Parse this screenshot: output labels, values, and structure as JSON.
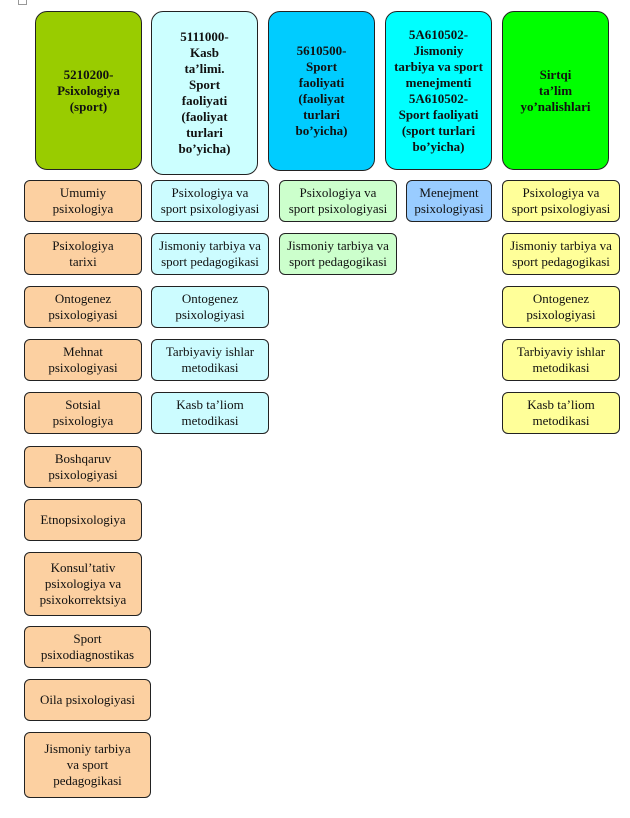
{
  "columns": [
    {
      "header": "5210200-\nPsixologiya\n(sport)",
      "color": "#99cc00",
      "items": [
        "Umumiy\npsixologiya",
        "Psixologiya\ntarixi",
        "Ontogenez\npsixologiyasi",
        "Mehnat\npsixologiyasi",
        "Sotsial\npsixologiya",
        "Boshqaruv\npsixologiyasi",
        "Etnopsixologiya",
        "Konsul’tativ\npsixologiya va\npsixokorrektsiya",
        "Sport\npsixodiagnostikas",
        "Oila psixologiyasi",
        "Jismoniy tarbiya\nva sport\npedagogikasi"
      ]
    },
    {
      "header": "5111000-\nKasb\nta’limi.\nSport\nfaoliyati\n(faoliyat\nturlari\nbo’yicha)",
      "color": "#ccffff",
      "items": [
        "Psixologiya va\nsport psixologiyasi",
        "Jismoniy tarbiya va\nsport pedagogikasi",
        "Ontogenez\npsixologiyasi",
        "Tarbiyaviy ishlar\nmetodikasi",
        "Kasb ta’liom\nmetodikasi"
      ]
    },
    {
      "header": "5610500-\nSport\nfaoliyati\n(faoliyat\nturlari\nbo’yicha)",
      "color": "#00ccff",
      "items": [
        "Psixologiya va\nsport psixologiyasi",
        "Jismoniy tarbiya va\nsport pedagogikasi"
      ]
    },
    {
      "header": "5A610502-\nJismoniy\ntarbiya va sport\nmenejmenti\n5A610502-\nSport faoliyati\n(sport turlari\nbo’yicha)",
      "color": "#00ffff",
      "items": [
        "Menejment\npsixologiyasi"
      ]
    },
    {
      "header": "Sirtqi\nta’lim\nyo’nalishlari",
      "color": "#00ff00",
      "items": [
        "Psixologiya va\nsport psixologiyasi",
        "Jismoniy tarbiya va\nsport pedagogikasi",
        "Ontogenez\npsixologiyasi",
        "Tarbiyaviy ishlar\nmetodikasi",
        "Kasb ta’liom\nmetodikasi"
      ]
    }
  ]
}
